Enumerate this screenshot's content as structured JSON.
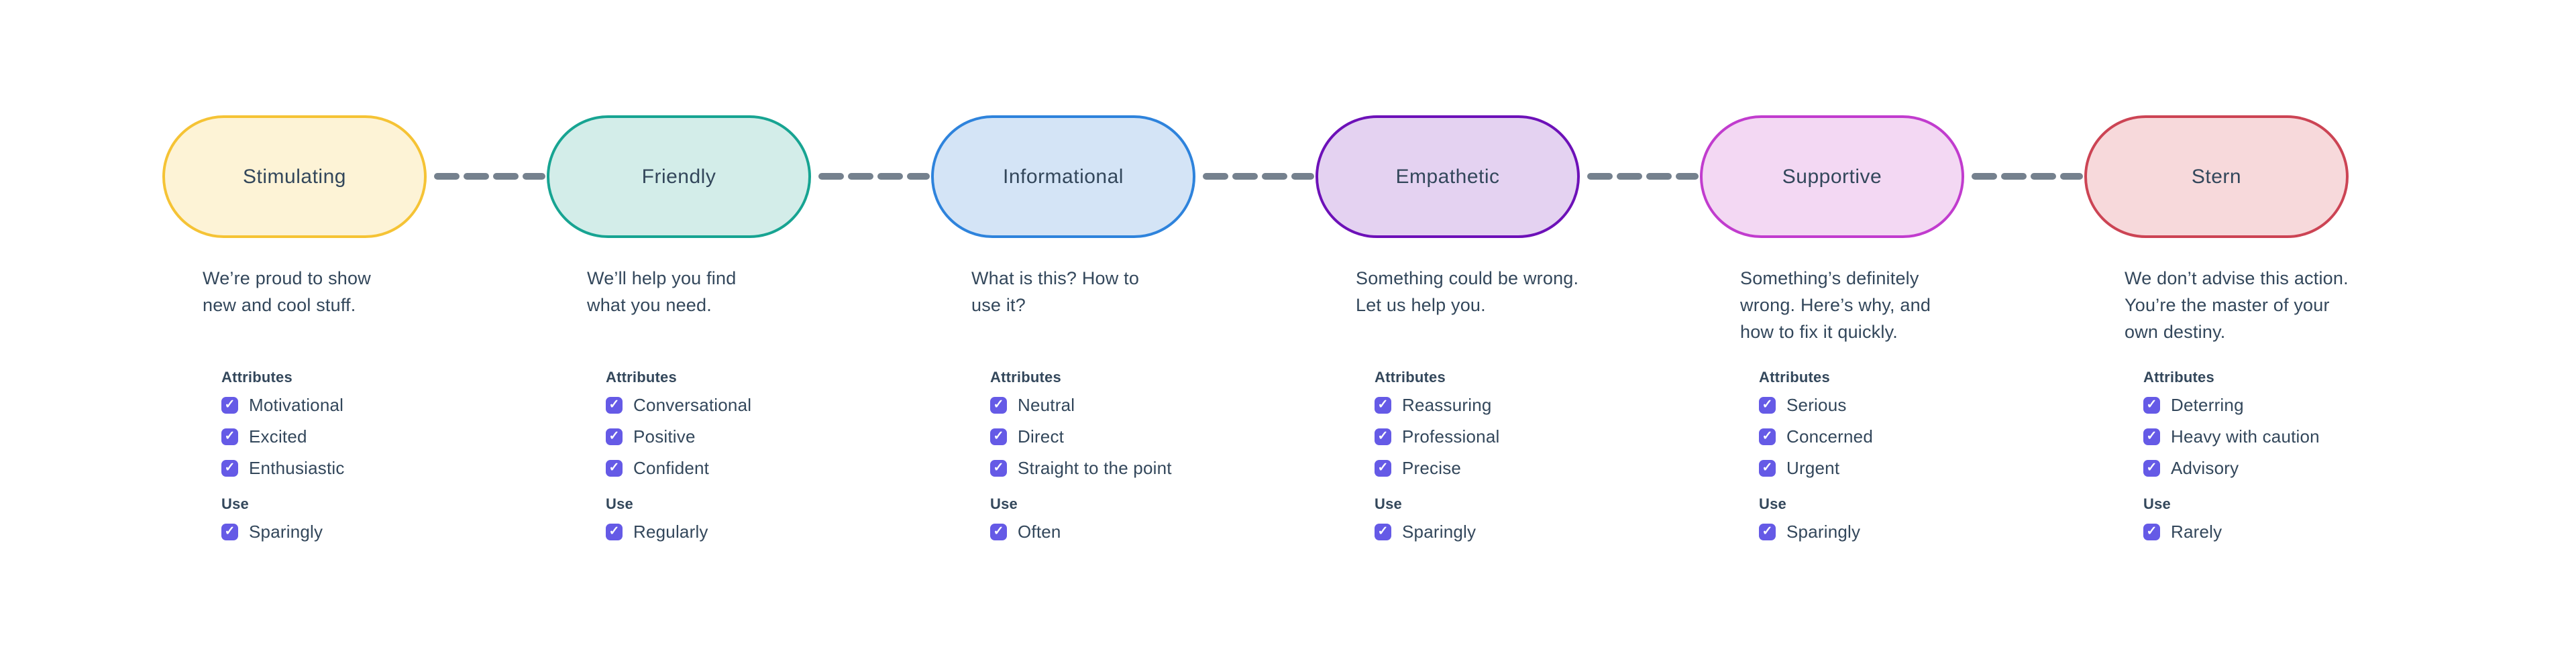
{
  "theme": {
    "background": "#ffffff",
    "text_color": "#33475B",
    "checkbox_color": "#655AE6",
    "checkmark": "✓",
    "connector_color": "#75818E"
  },
  "diagram": {
    "tones": [
      {
        "label": "Stimulating",
        "description_lines": [
          "We’re proud to show",
          "new and cool stuff."
        ],
        "attributes_heading": "Attributes",
        "attributes": [
          "Motivational",
          "Excited",
          "Enthusiastic"
        ],
        "use_heading": "Use",
        "use": "Sparingly",
        "fill": "#FDF3D6",
        "border": "#F5C335"
      },
      {
        "label": "Friendly",
        "description_lines": [
          "We’ll help you find",
          "what you need."
        ],
        "attributes_heading": "Attributes",
        "attributes": [
          "Conversational",
          "Positive",
          "Confident"
        ],
        "use_heading": "Use",
        "use": "Regularly",
        "fill": "#D3EDE9",
        "border": "#17A492"
      },
      {
        "label": "Informational",
        "description_lines": [
          "What is this? How to",
          "use it?"
        ],
        "attributes_heading": "Attributes",
        "attributes": [
          "Neutral",
          "Direct",
          "Straight to the point"
        ],
        "use_heading": "Use",
        "use": "Often",
        "fill": "#D4E4F6",
        "border": "#2E83DC"
      },
      {
        "label": "Empathetic",
        "description_lines": [
          "Something could be wrong.",
          "Let us help you."
        ],
        "attributes_heading": "Attributes",
        "attributes": [
          "Reassuring",
          "Professional",
          "Precise"
        ],
        "use_heading": "Use",
        "use": "Sparingly",
        "fill": "#E4D2F1",
        "border": "#6D11B8"
      },
      {
        "label": "Supportive",
        "description_lines": [
          "Something’s definitely",
          "wrong. Here’s why, and",
          "how to fix it quickly."
        ],
        "attributes_heading": "Attributes",
        "attributes": [
          "Serious",
          "Concerned",
          "Urgent"
        ],
        "use_heading": "Use",
        "use": "Sparingly",
        "fill": "#F3D8F3",
        "border": "#C13CCE"
      },
      {
        "label": "Stern",
        "description_lines": [
          "We don’t advise this action.",
          "You’re the master of your",
          "own destiny."
        ],
        "attributes_heading": "Attributes",
        "attributes": [
          "Deterring",
          "Heavy with caution",
          "Advisory"
        ],
        "use_heading": "Use",
        "use": "Rarely",
        "fill": "#F7D9DB",
        "border": "#CC4454"
      }
    ]
  }
}
